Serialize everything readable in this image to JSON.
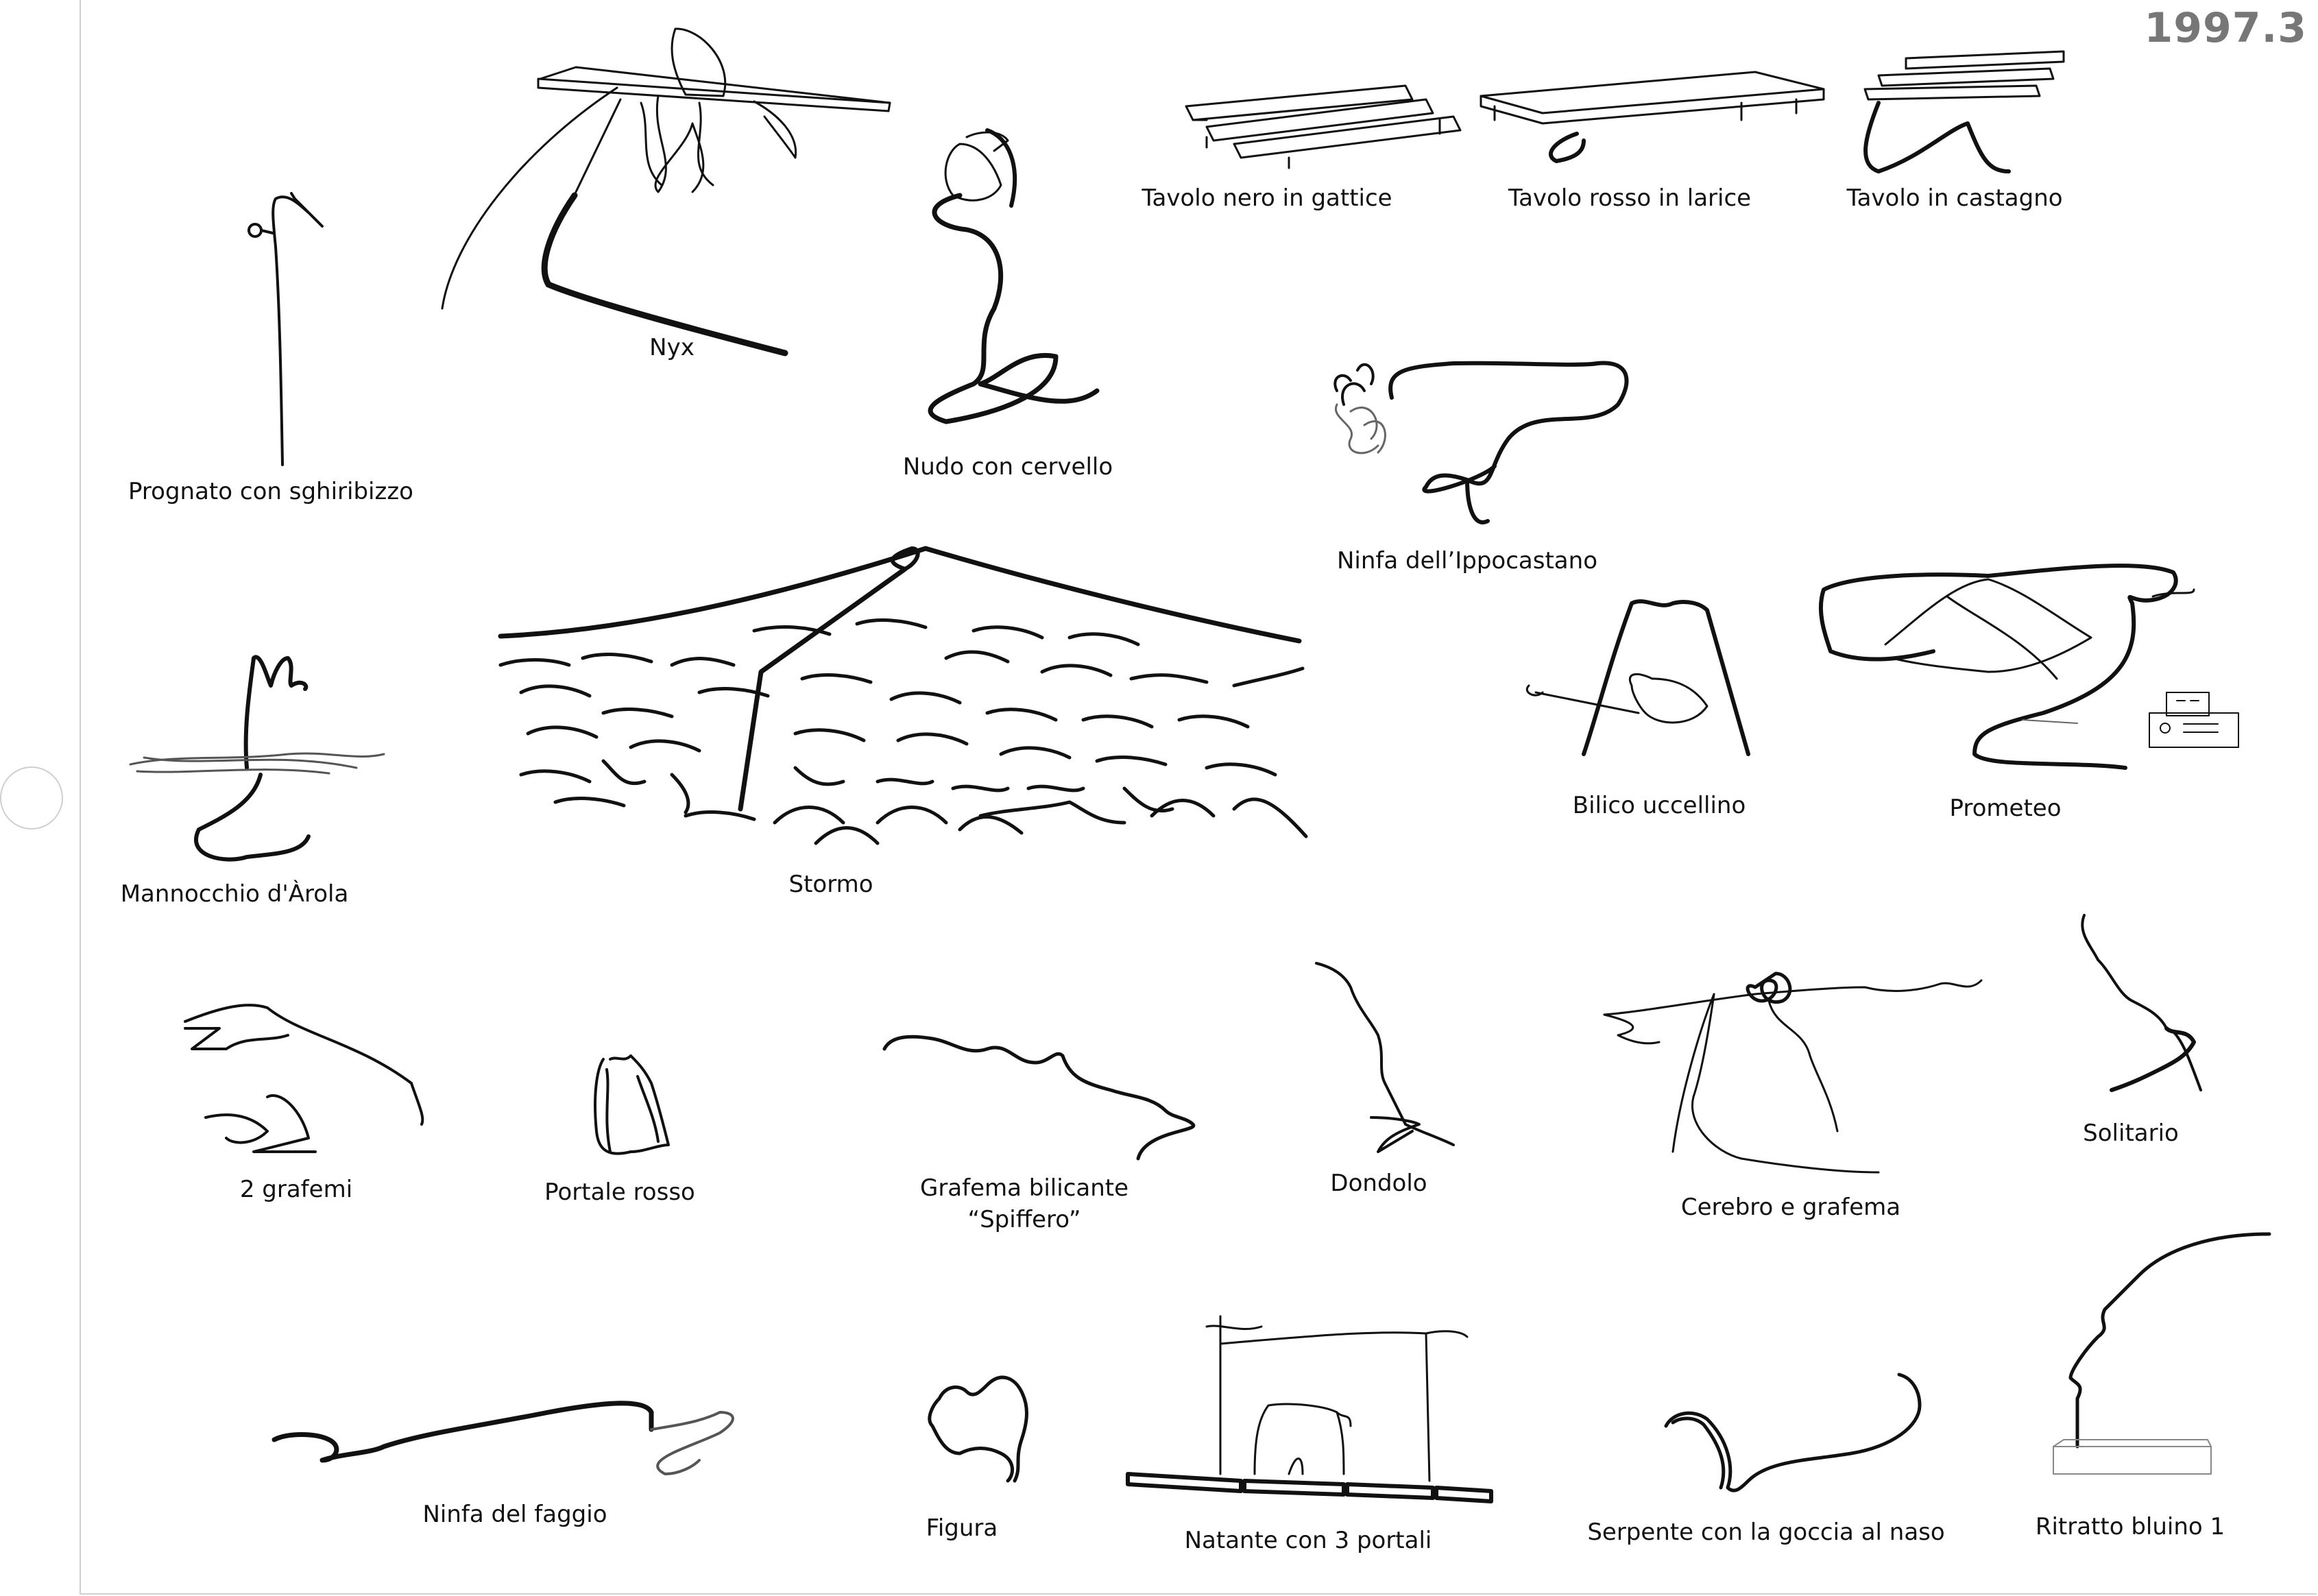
{
  "sheet_code": "1997.3",
  "colors": {
    "ink": "#111111",
    "frame": "#cfcfcf",
    "code": "#777777"
  },
  "works": [
    {
      "id": "prognato",
      "title": "Prognato con sghiribizzo"
    },
    {
      "id": "nyx",
      "title": "Nyx"
    },
    {
      "id": "nudo",
      "title": "Nudo con cervello"
    },
    {
      "id": "tavolo-nero",
      "title": "Tavolo nero in gattice"
    },
    {
      "id": "tavolo-rosso",
      "title": "Tavolo rosso in larice"
    },
    {
      "id": "tavolo-castagno",
      "title": "Tavolo in castagno"
    },
    {
      "id": "ninfa-ippocastano",
      "title": "Ninfa dell’Ippocastano"
    },
    {
      "id": "mannocchio",
      "title": "Mannocchio d'Àrola"
    },
    {
      "id": "stormo",
      "title": "Stormo"
    },
    {
      "id": "bilico",
      "title": "Bilico uccellino"
    },
    {
      "id": "prometeo",
      "title": "Prometeo"
    },
    {
      "id": "due-grafemi",
      "title": "2 grafemi"
    },
    {
      "id": "portale-rosso",
      "title": "Portale rosso"
    },
    {
      "id": "grafema-bilicante",
      "title": "Grafema bilicante",
      "subtitle": "“Spiffero”"
    },
    {
      "id": "dondolo",
      "title": "Dondolo"
    },
    {
      "id": "cerebro",
      "title": "Cerebro e grafema"
    },
    {
      "id": "solitario",
      "title": "Solitario"
    },
    {
      "id": "ninfa-faggio",
      "title": "Ninfa del faggio"
    },
    {
      "id": "figura",
      "title": "Figura"
    },
    {
      "id": "natante",
      "title": "Natante con 3 portali"
    },
    {
      "id": "serpente",
      "title": "Serpente con la goccia al naso"
    },
    {
      "id": "ritratto",
      "title": "Ritratto bluino 1"
    }
  ]
}
